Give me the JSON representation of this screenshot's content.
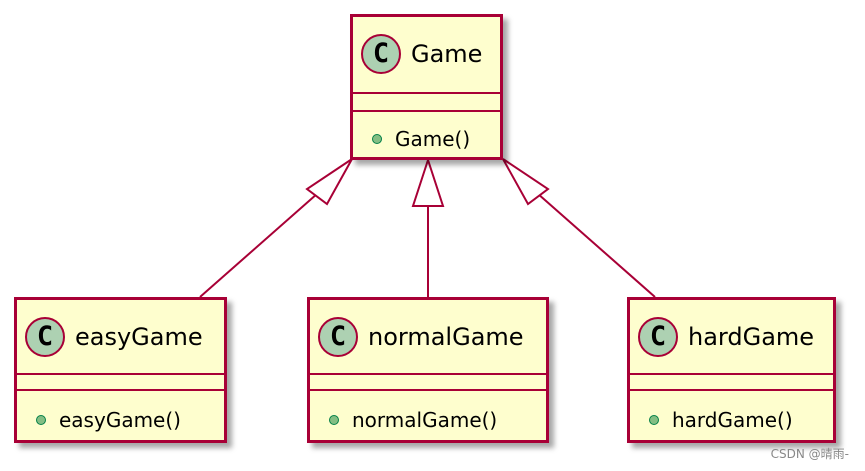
{
  "classes": {
    "game": {
      "icon": "C",
      "name": "Game",
      "method": "Game()"
    },
    "easy": {
      "icon": "C",
      "name": "easyGame",
      "method": "easyGame()"
    },
    "normal": {
      "icon": "C",
      "name": "normalGame",
      "method": "normalGame()"
    },
    "hard": {
      "icon": "C",
      "name": "hardGame",
      "method": "hardGame()"
    }
  },
  "relations": [
    {
      "from": "easyGame",
      "to": "Game",
      "type": "inheritance"
    },
    {
      "from": "normalGame",
      "to": "Game",
      "type": "inheritance"
    },
    {
      "from": "hardGame",
      "to": "Game",
      "type": "inheritance"
    }
  ],
  "colors": {
    "box_fill": "#fefece",
    "box_border": "#a80036",
    "class_icon": "#add1b2",
    "public_dot": "#84be84"
  },
  "watermark": "CSDN @晴雨-"
}
